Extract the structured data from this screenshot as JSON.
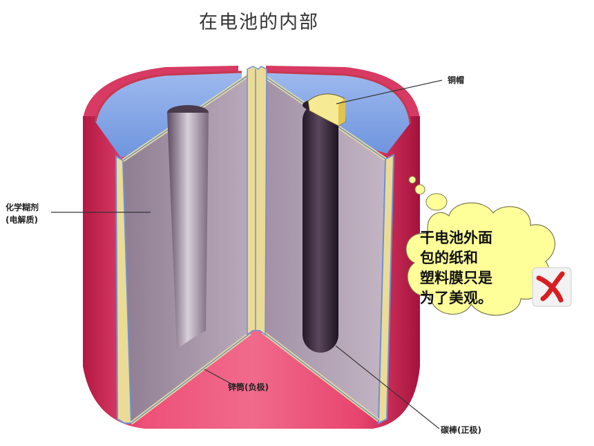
{
  "title": "在电池的内部",
  "labels": {
    "copper_cap": "铜帽",
    "paste": "化学糊剂",
    "paste_sub": "(电解质)",
    "zinc": "锌筒(负极)",
    "carbon": "碳棒(正极)"
  },
  "bubble": {
    "lines": [
      "干电池外面",
      "包的纸和",
      "塑料膜只是",
      "为了美观。"
    ]
  },
  "colors": {
    "outer_wrap": "#e8456e",
    "inner_rim": "#7fa3e6",
    "paste": "#b6a6b8",
    "zinc_lining": "#eadb96",
    "carbon_rod": "#3d2c3e",
    "bubble_fill": "#ffff99",
    "wrong_mark": "#d81e22"
  },
  "icons": {
    "verdict": "cross-mark-icon"
  }
}
